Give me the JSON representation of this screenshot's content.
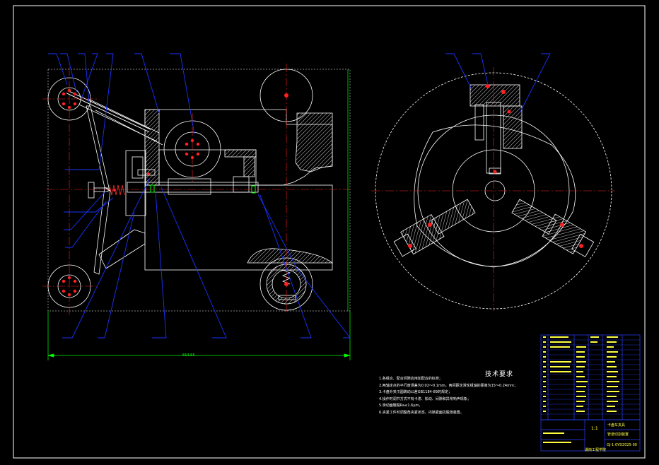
{
  "tech_requirements": {
    "title": "技术要求",
    "items": [
      "1.各组合、配合间隙应用加配合的标准；",
      "2.两轴定点的平行度误差为0.02～0.1mm，两间距定滑轮组轴的距离为15～0.24mm；",
      "3.卡盘外夹爪圆跳动公差GB1184-89的规定；",
      "4.操作时调节方式不有卡滞、松动、间隙和异常响声现象；",
      "5.滑动面粗糙Ra≤1.6μm，",
      "6.夹紧工件时调整角夹紧状态，内锁紧面抗脱落装置。"
    ]
  },
  "dimension": {
    "overall_width": "554.65",
    "height": ""
  },
  "title_block": {
    "scale": "1:1",
    "part_name": "卡盘车夹具",
    "part_name2": "管道切割装置",
    "drawing_no": "GJ-1-0YD2025-00",
    "school": "湖南工程学院"
  },
  "colors": {
    "background": "#000000",
    "outline": "#ffffff",
    "leader": "#1a33ff",
    "centerline": "#ff2020",
    "dimension": "#00ff00",
    "title_block": "#2840ff"
  }
}
